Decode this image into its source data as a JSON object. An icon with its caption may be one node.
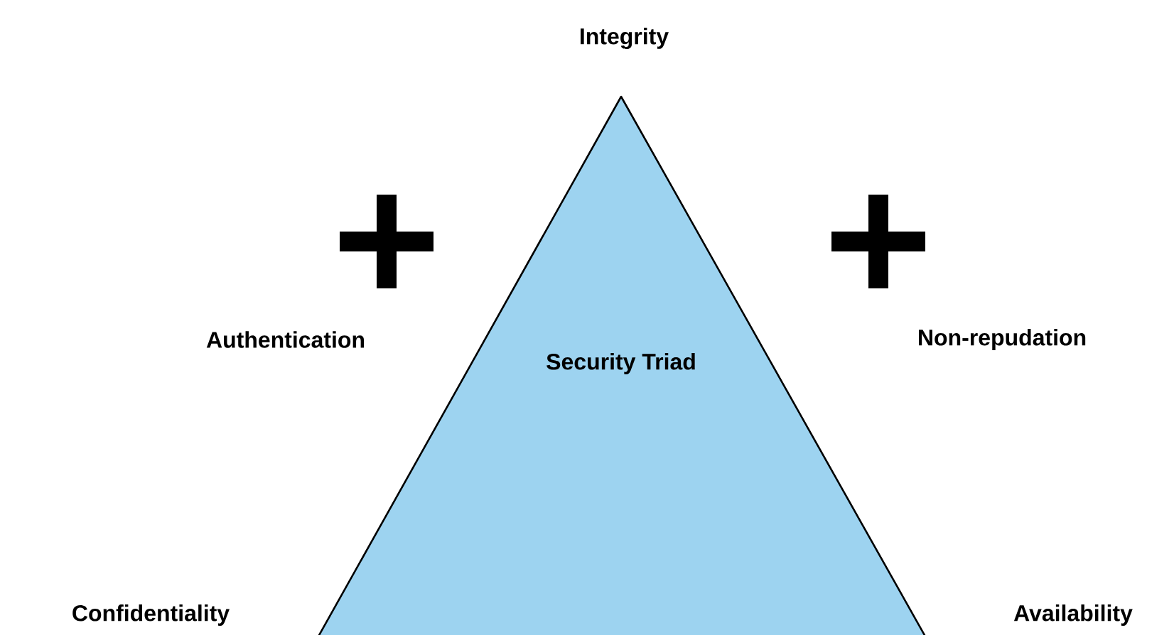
{
  "diagram": {
    "nodes": [
      {
        "text": [
          "Security Triad"
        ]
      }
    ],
    "labels": [
      "Integrity",
      "Authentication",
      "Non-repudation",
      "Confidentiality",
      "Availability"
    ]
  }
}
